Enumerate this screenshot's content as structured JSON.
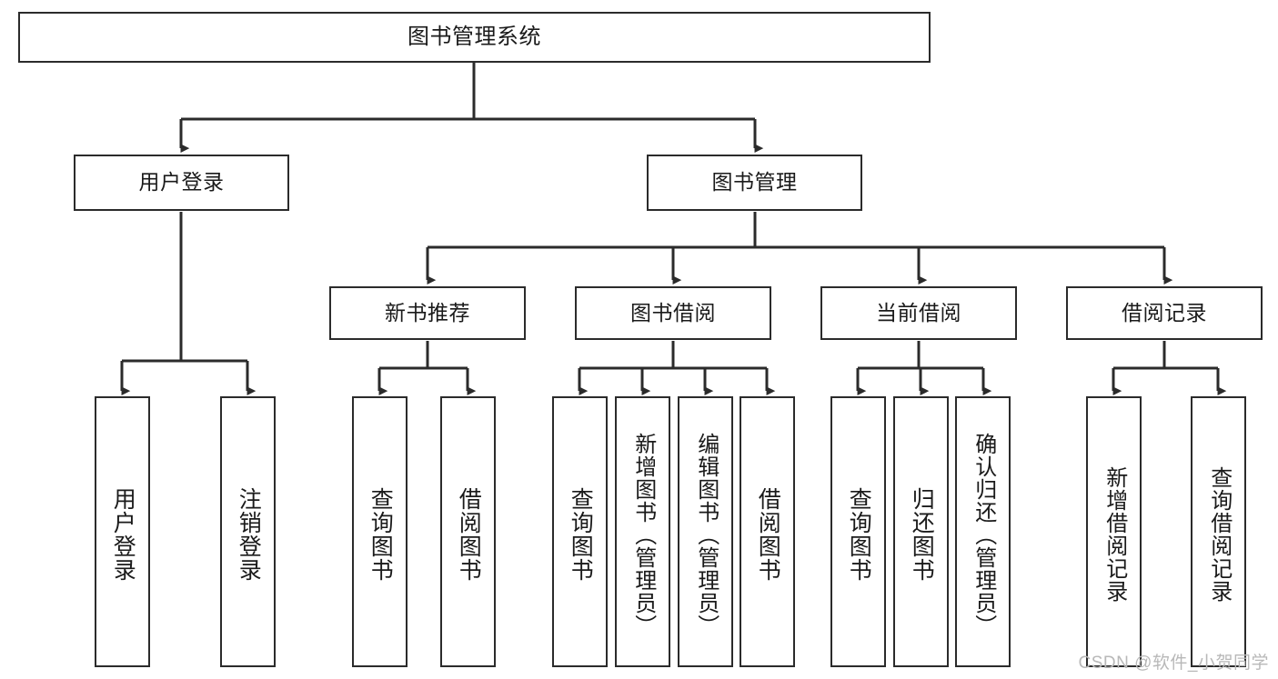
{
  "diagram": {
    "type": "tree",
    "title": "图书管理系统",
    "watermark": "CSDN @软件_小贺同学",
    "colors": {
      "box_border": "#2b2b2b",
      "box_fill": "#ffffff",
      "connector": "#2b2b2b",
      "text": "#1a1a1a",
      "watermark": "#b8b8b8",
      "background": "#ffffff"
    },
    "nodes": {
      "root": {
        "label": "图书管理系统"
      },
      "level1": [
        {
          "label": "用户登录"
        },
        {
          "label": "图书管理"
        }
      ],
      "level2": [
        {
          "label": "新书推荐"
        },
        {
          "label": "图书借阅"
        },
        {
          "label": "当前借阅"
        },
        {
          "label": "借阅记录"
        }
      ],
      "leaves": {
        "user_login": [
          {
            "label": "用户登录"
          },
          {
            "label": "注销登录"
          }
        ],
        "new_book": [
          {
            "label": "查询图书"
          },
          {
            "label": "借阅图书"
          }
        ],
        "book_borrow": [
          {
            "label": "查询图书"
          },
          {
            "label": "新增图书（管理员）"
          },
          {
            "label": "编辑图书（管理员）"
          },
          {
            "label": "借阅图书"
          }
        ],
        "current_borrow": [
          {
            "label": "查询图书"
          },
          {
            "label": "归还图书"
          },
          {
            "label": "确认归还（管理员）"
          }
        ],
        "borrow_record": [
          {
            "label": "新增借阅记录"
          },
          {
            "label": "查询借阅记录"
          }
        ]
      }
    }
  }
}
